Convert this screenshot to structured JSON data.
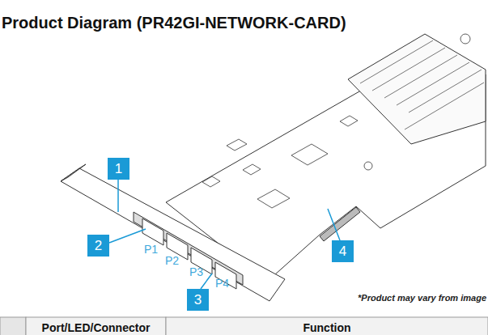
{
  "diagram": {
    "title": "Product Diagram (PR42GI-NETWORK-CARD)",
    "nodes": [
      {
        "text": [
          "1"
        ]
      },
      {
        "text": [
          "2"
        ]
      },
      {
        "text": [
          "3"
        ]
      },
      {
        "text": [
          "4"
        ]
      }
    ],
    "labels": [
      "P1",
      "P2",
      "P3",
      "P4",
      "*Product may vary from image",
      "Port/LED/Connector",
      "Function"
    ]
  }
}
